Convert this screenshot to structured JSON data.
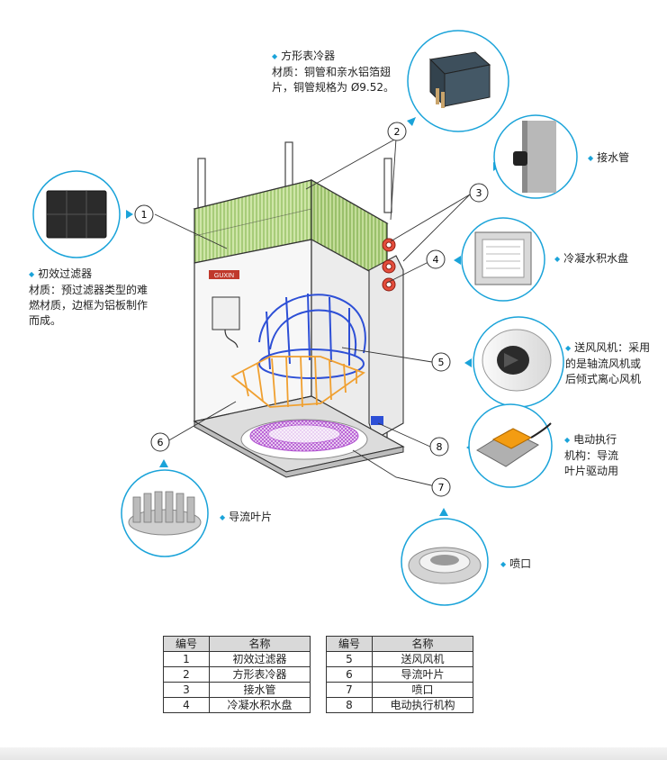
{
  "labels": {
    "coil": {
      "title": "方形表冷器",
      "desc": [
        "材质：铜管和亲水铝箔翅",
        "片，铜管规格为 Ø9.52。"
      ]
    },
    "filter": {
      "title": "初效过滤器",
      "desc": [
        "材质：预过滤器类型的难",
        "燃材质，边框为铝板制作",
        "而成。"
      ]
    },
    "pipe": {
      "title": "接水管"
    },
    "pan": {
      "title": "冷凝水积水盘"
    },
    "fan": {
      "title": "送风风机：采用",
      "desc": [
        "的是轴流风机或",
        "后倾式离心风机"
      ]
    },
    "actuator": {
      "title": "电动执行",
      "desc": [
        "机构：导流",
        "叶片驱动用"
      ]
    },
    "vane": {
      "title": "导流叶片"
    },
    "nozzle": {
      "title": "喷口"
    }
  },
  "callouts": [
    "1",
    "2",
    "3",
    "4",
    "5",
    "6",
    "7",
    "8"
  ],
  "unit_brand": "GUXIN",
  "table": {
    "headers": [
      "编号",
      "名称"
    ],
    "left": [
      {
        "no": "1",
        "name": "初效过滤器"
      },
      {
        "no": "2",
        "name": "方形表冷器"
      },
      {
        "no": "3",
        "name": "接水管"
      },
      {
        "no": "4",
        "name": "冷凝水积水盘"
      }
    ],
    "right": [
      {
        "no": "5",
        "name": "送风风机"
      },
      {
        "no": "6",
        "name": "导流叶片"
      },
      {
        "no": "7",
        "name": "喷口"
      },
      {
        "no": "8",
        "name": "电动执行机构"
      }
    ]
  },
  "colors": {
    "accent": "#1aa3d9",
    "coil_green": "#b5d98a",
    "frame_blue": "#2d4fd6",
    "vane_orange": "#f0a030",
    "nozzle_purple": "#b04fd0"
  }
}
